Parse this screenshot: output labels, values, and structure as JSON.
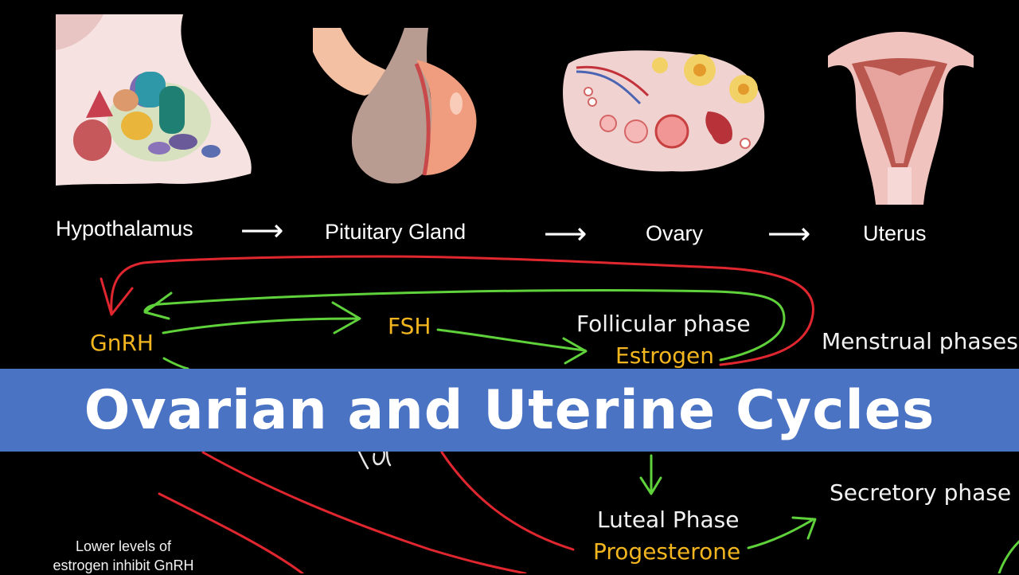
{
  "organs": {
    "hypothalamus": "Hypothalamus",
    "pituitary": "Pituitary Gland",
    "ovary": "Ovary",
    "uterus": "Uterus",
    "arrow": "⟶"
  },
  "diagram": {
    "gnrh": "GnRH",
    "fsh": "FSH",
    "follicular_phase": "Follicular phase",
    "estrogen": "Estrogen",
    "menstrual_phases": "Menstrual phases",
    "luteal_phase": "Luteal Phase",
    "progesterone": "Progesterone",
    "secretory_phase": "Secretory phase",
    "note_line1": "Lower levels of",
    "note_line2": "estrogen inhibit GnRH"
  },
  "banner": {
    "title": "Ovarian and Uterine Cycles",
    "color": "#4a73c4"
  },
  "colors": {
    "hormone_text": "#f3b61f",
    "green_arrow": "#5fd13a",
    "red_arrow": "#e0262e"
  }
}
